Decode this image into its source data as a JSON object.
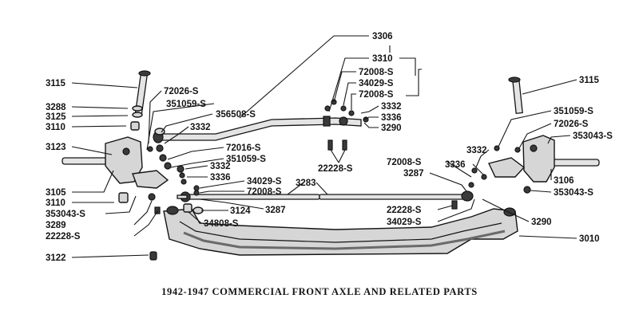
{
  "caption": "1942-1947 COMMERCIAL FRONT AXLE AND RELATED PARTS",
  "labels": {
    "l3306": "3306",
    "l3310": "3310",
    "l72008_a": "72008-S",
    "l34029_a": "34029-S",
    "l72008_b": "72008-S",
    "l3332_a": "3332",
    "l3336_a": "3336",
    "l3290_a": "3290",
    "l22228_a": "22228-S",
    "l3115_l": "3115",
    "l72026_l": "72026-S",
    "l351059_l1": "351059-S",
    "l356508": "356508-S",
    "l3288": "3288",
    "l3125": "3125",
    "l3110_a": "3110",
    "l3332_b": "3332",
    "l3123": "3123",
    "l72016": "72016-S",
    "l351059_l2": "351059-S",
    "l3332_c": "3332",
    "l3336_b": "3336",
    "l34029_b": "34029-S",
    "l72008_c": "72008-S",
    "l3283": "3283",
    "l3105": "3105",
    "l3110_b": "3110",
    "l353043_l": "353043-S",
    "l3289": "3289",
    "l22228_b": "22228-S",
    "l3124": "3124",
    "l3287_a": "3287",
    "l34808": "34808-S",
    "l3122": "3122",
    "l3115_r": "3115",
    "l351059_r": "351059-S",
    "l72026_r": "72026-S",
    "l353043_r1": "353043-S",
    "l3332_d": "3332",
    "l72008_d": "72008-S",
    "l3336_c": "3336",
    "l3287_b": "3287",
    "l3106": "3106",
    "l353043_r2": "353043-S",
    "l22228_c": "22228-S",
    "l34029_c": "34029-S",
    "l3290_b": "3290",
    "l3010": "3010"
  }
}
